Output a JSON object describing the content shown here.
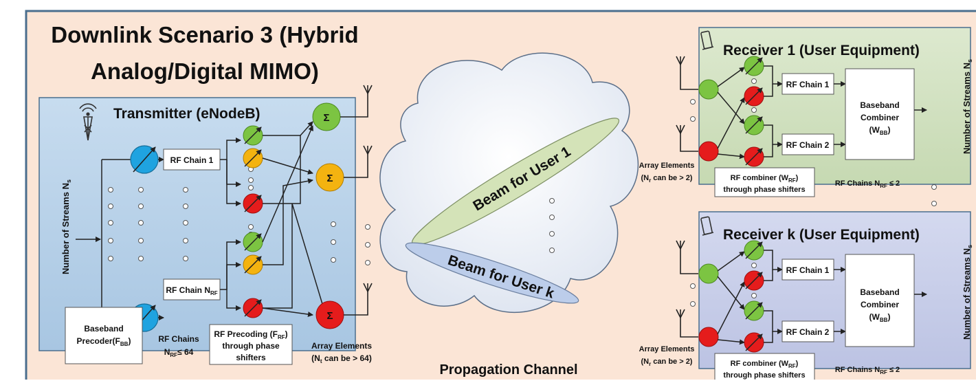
{
  "title": {
    "line1": "Downlink Scenario 3 (Hybrid",
    "line2": "Analog/Digital MIMO)"
  },
  "transmitter": {
    "title": "Transmitter (eNodeB)",
    "streams_label": "Number of Streams N",
    "streams_sub": "s",
    "rf_chain_1": "RF Chain 1",
    "rf_chain_n": "RF Chain N",
    "rf_chain_n_sub": "RF",
    "sigma": "Σ",
    "baseband_line1": "Baseband",
    "baseband_line2": "Precoder(F",
    "baseband_sub": "BB",
    "baseband_tail": ")",
    "rf_chains_line1": "RF Chains",
    "rf_chains_line2a": "N",
    "rf_chains_line2sub": "RF",
    "rf_chains_line2b": "≤ 64",
    "precoding_line1a": "RF Precoding (F",
    "precoding_sub": "RF",
    "precoding_line1b": ")",
    "precoding_line2": "through phase",
    "precoding_line3": "shifters",
    "array_line1": "Array Elements",
    "array_line2a": "(N",
    "array_line2sub": "t",
    "array_line2b": " can be > 64)"
  },
  "channel": {
    "label": "Propagation Channel",
    "beam_user1": "Beam for User 1",
    "beam_userk": "Beam for User k"
  },
  "receiver1": {
    "title": "Receiver 1 (User Equipment)",
    "rf_chain_1": "RF Chain 1",
    "rf_chain_2": "RF Chain 2",
    "combiner_line1": "Baseband",
    "combiner_line2": "Combiner",
    "combiner_line3a": "(W",
    "combiner_sub": "BB",
    "combiner_line3b": ")",
    "streams_label": "Number of Streams N",
    "streams_sub": "s",
    "array_line1": "Array Elements",
    "array_line2a": "(N",
    "array_line2sub": "r",
    "array_line2b": " can be > 2)",
    "rf_combiner_line1a": "RF combiner (W",
    "rf_combiner_sub": "RF",
    "rf_combiner_line1b": ")",
    "rf_combiner_line2": "through phase shifters",
    "rf_chains_a": "RF Chains N",
    "rf_chains_sub": "RF",
    "rf_chains_b": " ≤ 2"
  },
  "receiverk": {
    "title": "Receiver k (User Equipment)",
    "rf_chain_1": "RF Chain 1",
    "rf_chain_2": "RF Chain 2",
    "combiner_line1": "Baseband",
    "combiner_line2": "Combiner",
    "combiner_line3a": "(W",
    "combiner_sub": "BB",
    "combiner_line3b": ")",
    "streams_label": "Number of Streams N",
    "streams_sub": "s",
    "array_line1": "Array Elements",
    "array_line2a": "(N",
    "array_line2sub": "r",
    "array_line2b": " can be > 2)",
    "rf_combiner_line1a": "RF combiner (W",
    "rf_combiner_sub": "RF",
    "rf_combiner_line1b": ")",
    "rf_combiner_line2": "through phase shifters",
    "rf_chains_a": "RF Chains N",
    "rf_chains_sub": "RF",
    "rf_chains_b": " ≤ 2"
  },
  "colors": {
    "background": "#fbe5d6",
    "frame": "#4a6e8e",
    "transmitter_fill": "#b4cfe6",
    "receiver1_fill": "#d3e3c3",
    "receiverk_fill": "#c9cee8",
    "phase_blue": "#1fa3e0",
    "phase_green": "#7cc442",
    "phase_orange": "#f4b310",
    "phase_red": "#e51c1c",
    "beam_green": "#d4e3b8",
    "beam_blue": "#bccdea"
  }
}
